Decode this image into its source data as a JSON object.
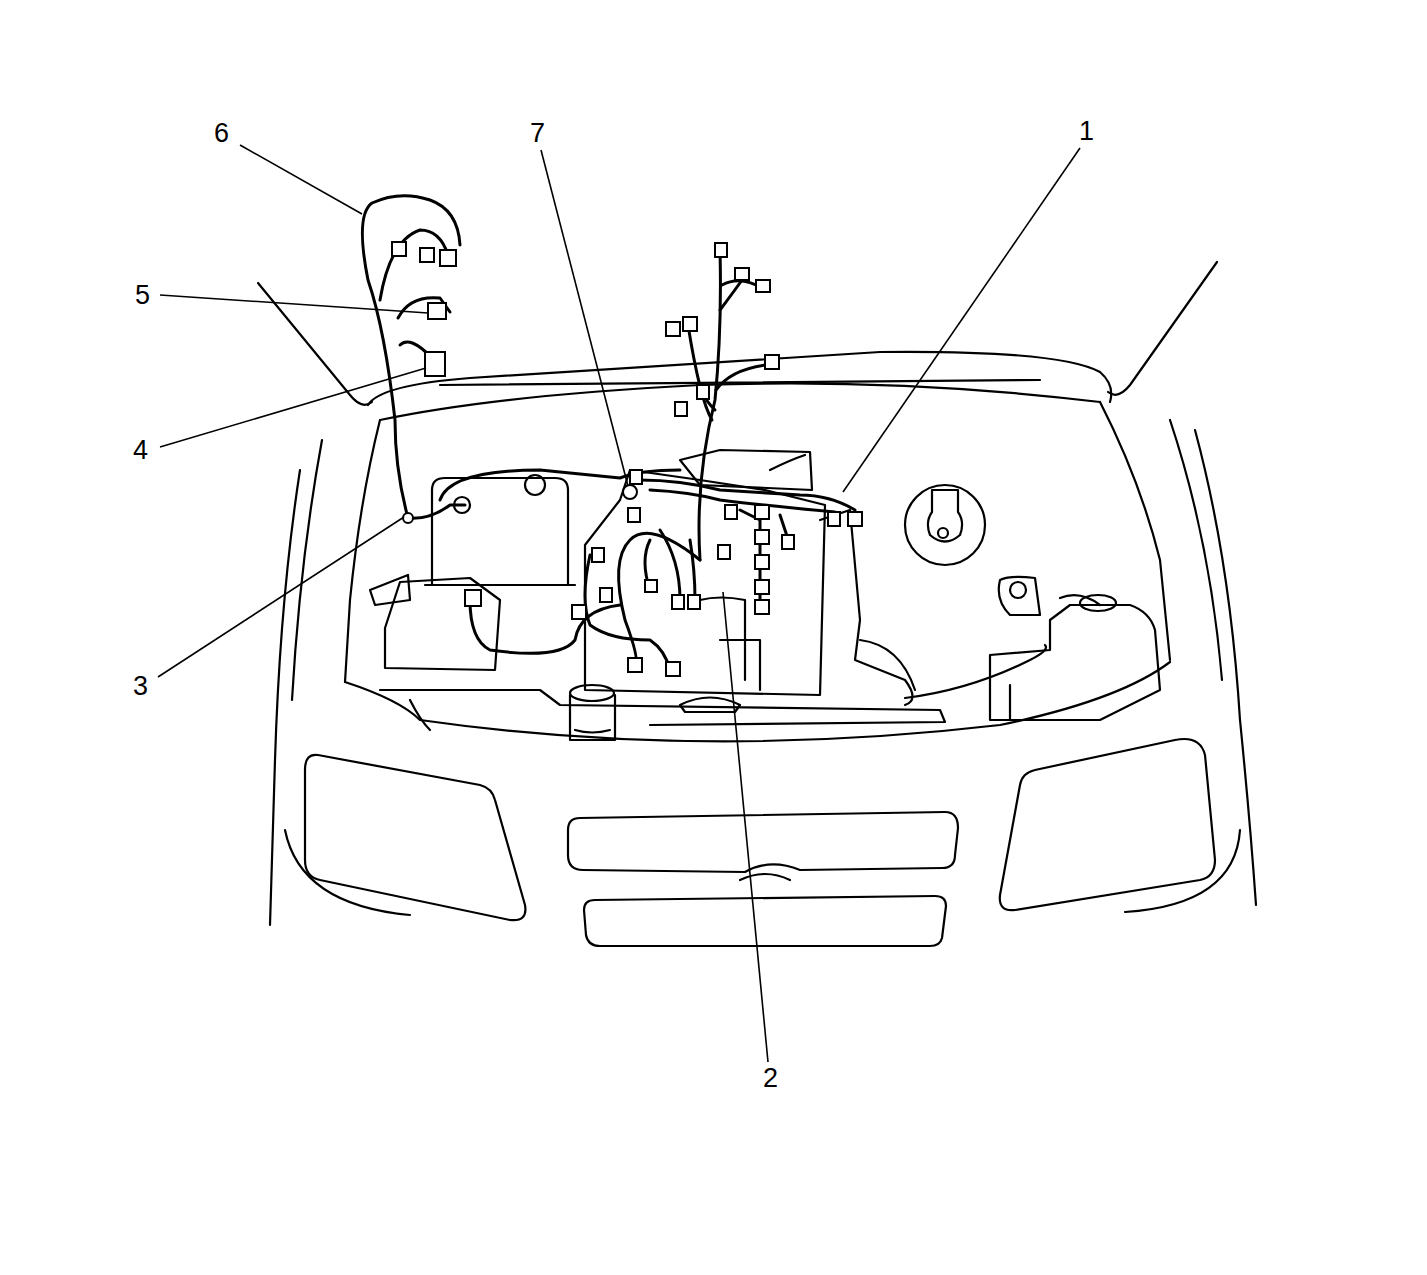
{
  "diagram": {
    "labels": [
      "6",
      "7",
      "1",
      "5",
      "4",
      "3",
      "2"
    ]
  }
}
